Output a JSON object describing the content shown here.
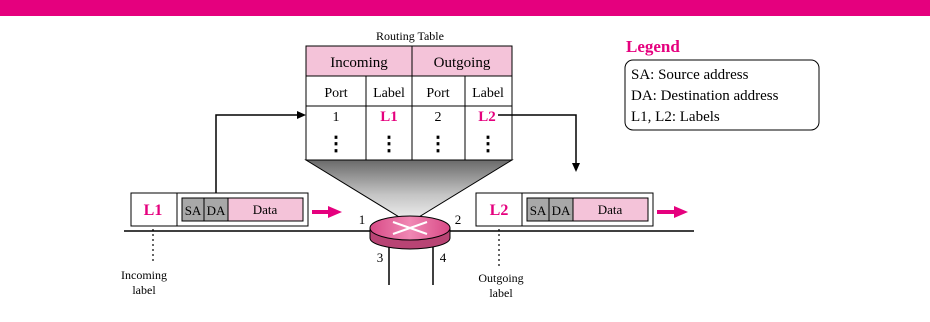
{
  "routing_table": {
    "title": "Routing Table",
    "headers": [
      "Incoming",
      "Outgoing"
    ],
    "subheaders": [
      "Port",
      "Label",
      "Port",
      "Label"
    ],
    "row": [
      "1",
      "L1",
      "2",
      "L2"
    ],
    "continuation": "⋮"
  },
  "legend": {
    "title": "Legend",
    "lines": [
      "SA: Source address",
      "DA: Destination address",
      "L1, L2: Labels"
    ]
  },
  "incoming_packet": {
    "label": "L1",
    "fields": [
      "SA",
      "DA",
      "Data"
    ]
  },
  "outgoing_packet": {
    "label": "L2",
    "fields": [
      "SA",
      "DA",
      "Data"
    ]
  },
  "router": {
    "ports": [
      "1",
      "2",
      "3",
      "4"
    ]
  },
  "captions": {
    "incoming": [
      "Incoming",
      "label"
    ],
    "outgoing": [
      "Outgoing",
      "label"
    ]
  },
  "colors": {
    "accent": "#e5007e",
    "pink_fill": "#f4c3d9",
    "gray_fill": "#a8a8a8",
    "router_fill": "#d85a8c"
  }
}
